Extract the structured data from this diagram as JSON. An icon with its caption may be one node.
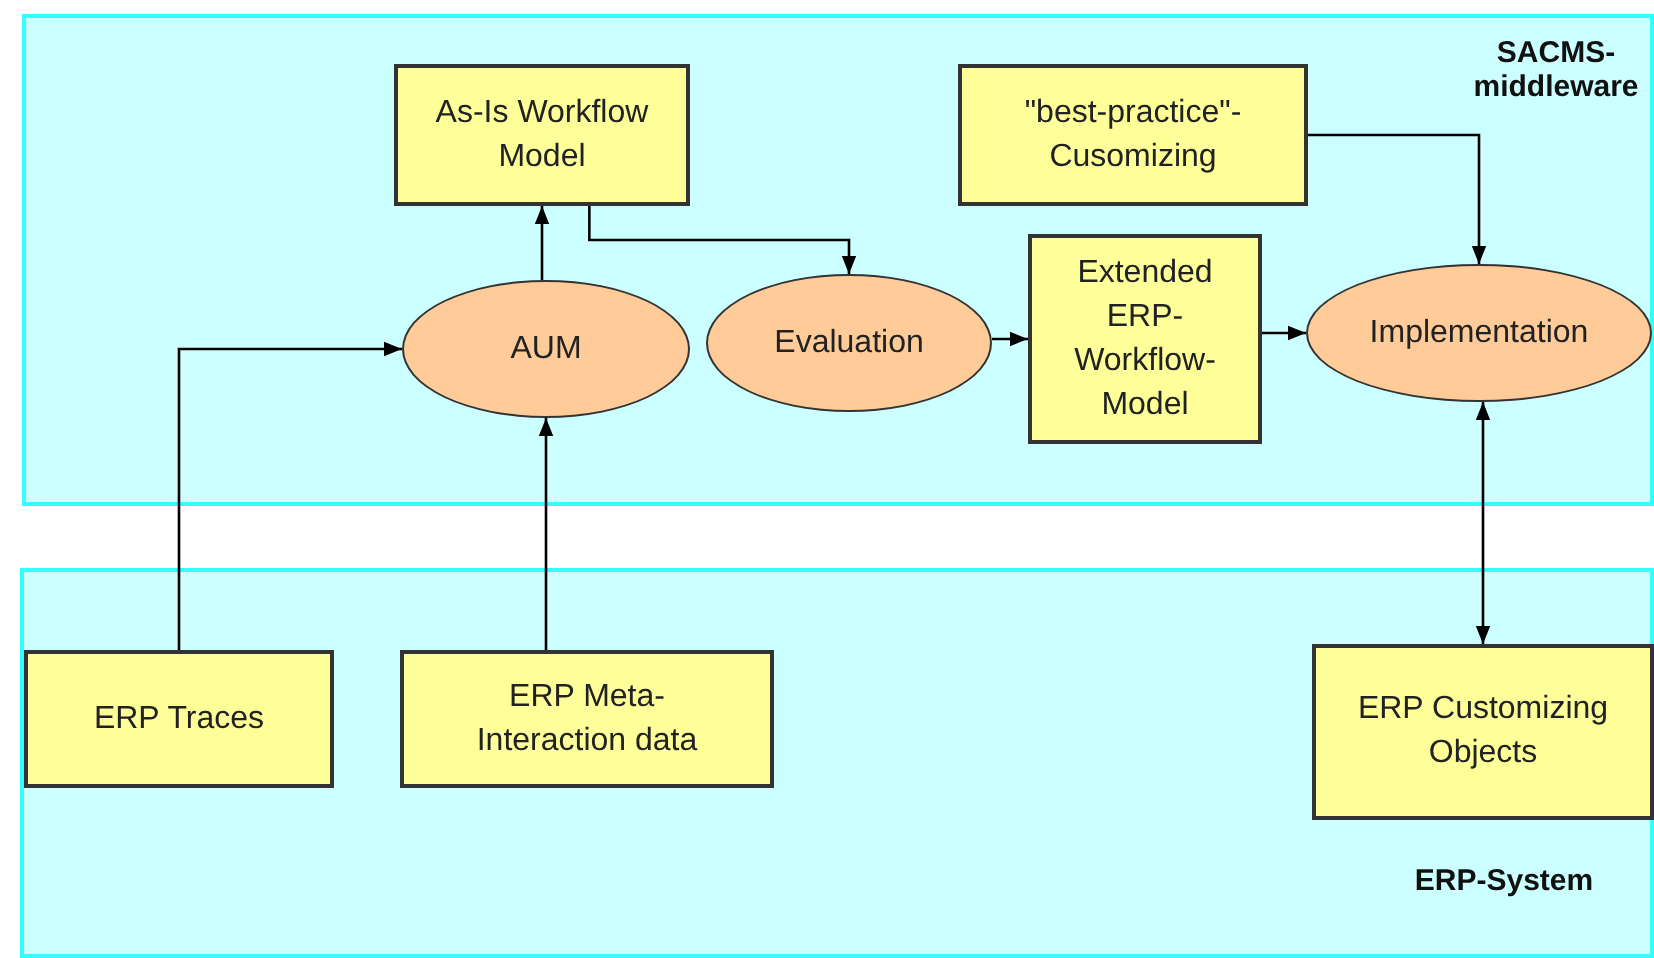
{
  "diagram": {
    "nodes": [
      {
        "text": [
          "SACMS-middleware"
        ]
      },
      {
        "text": [
          "As-Is Workflow Model"
        ],
        "in": 0
      },
      {
        "text": [
          "\"best-practice\"-Cusomizing"
        ],
        "in": 0
      },
      {
        "text": [
          "AUM"
        ],
        "in": 0
      },
      {
        "text": [
          "Evaluation"
        ],
        "in": 0
      },
      {
        "text": [
          "Extended ERP-Workflow-Model"
        ],
        "in": 0
      },
      {
        "text": [
          "Implementation"
        ],
        "in": 0
      },
      {
        "text": [
          "ERP-System"
        ]
      },
      {
        "text": [
          "ERP Traces"
        ],
        "in": 7
      },
      {
        "text": [
          "ERP Meta-Interaction data"
        ],
        "in": 7
      },
      {
        "text": [
          "ERP Customizing Objects"
        ],
        "in": 7
      }
    ],
    "edges": [
      {
        "from": 8,
        "to": 3,
        "arrow": "to"
      },
      {
        "from": 9,
        "to": 3,
        "arrow": "to"
      },
      {
        "from": 3,
        "to": 1,
        "arrow": "to"
      },
      {
        "from": 1,
        "to": 4,
        "arrow": "to"
      },
      {
        "from": 4,
        "to": 5,
        "arrow": "to"
      },
      {
        "from": 5,
        "to": 6,
        "arrow": "to"
      },
      {
        "from": 2,
        "to": 6,
        "arrow": "to"
      },
      {
        "from": 6,
        "to": 10,
        "arrow": "both"
      }
    ]
  }
}
